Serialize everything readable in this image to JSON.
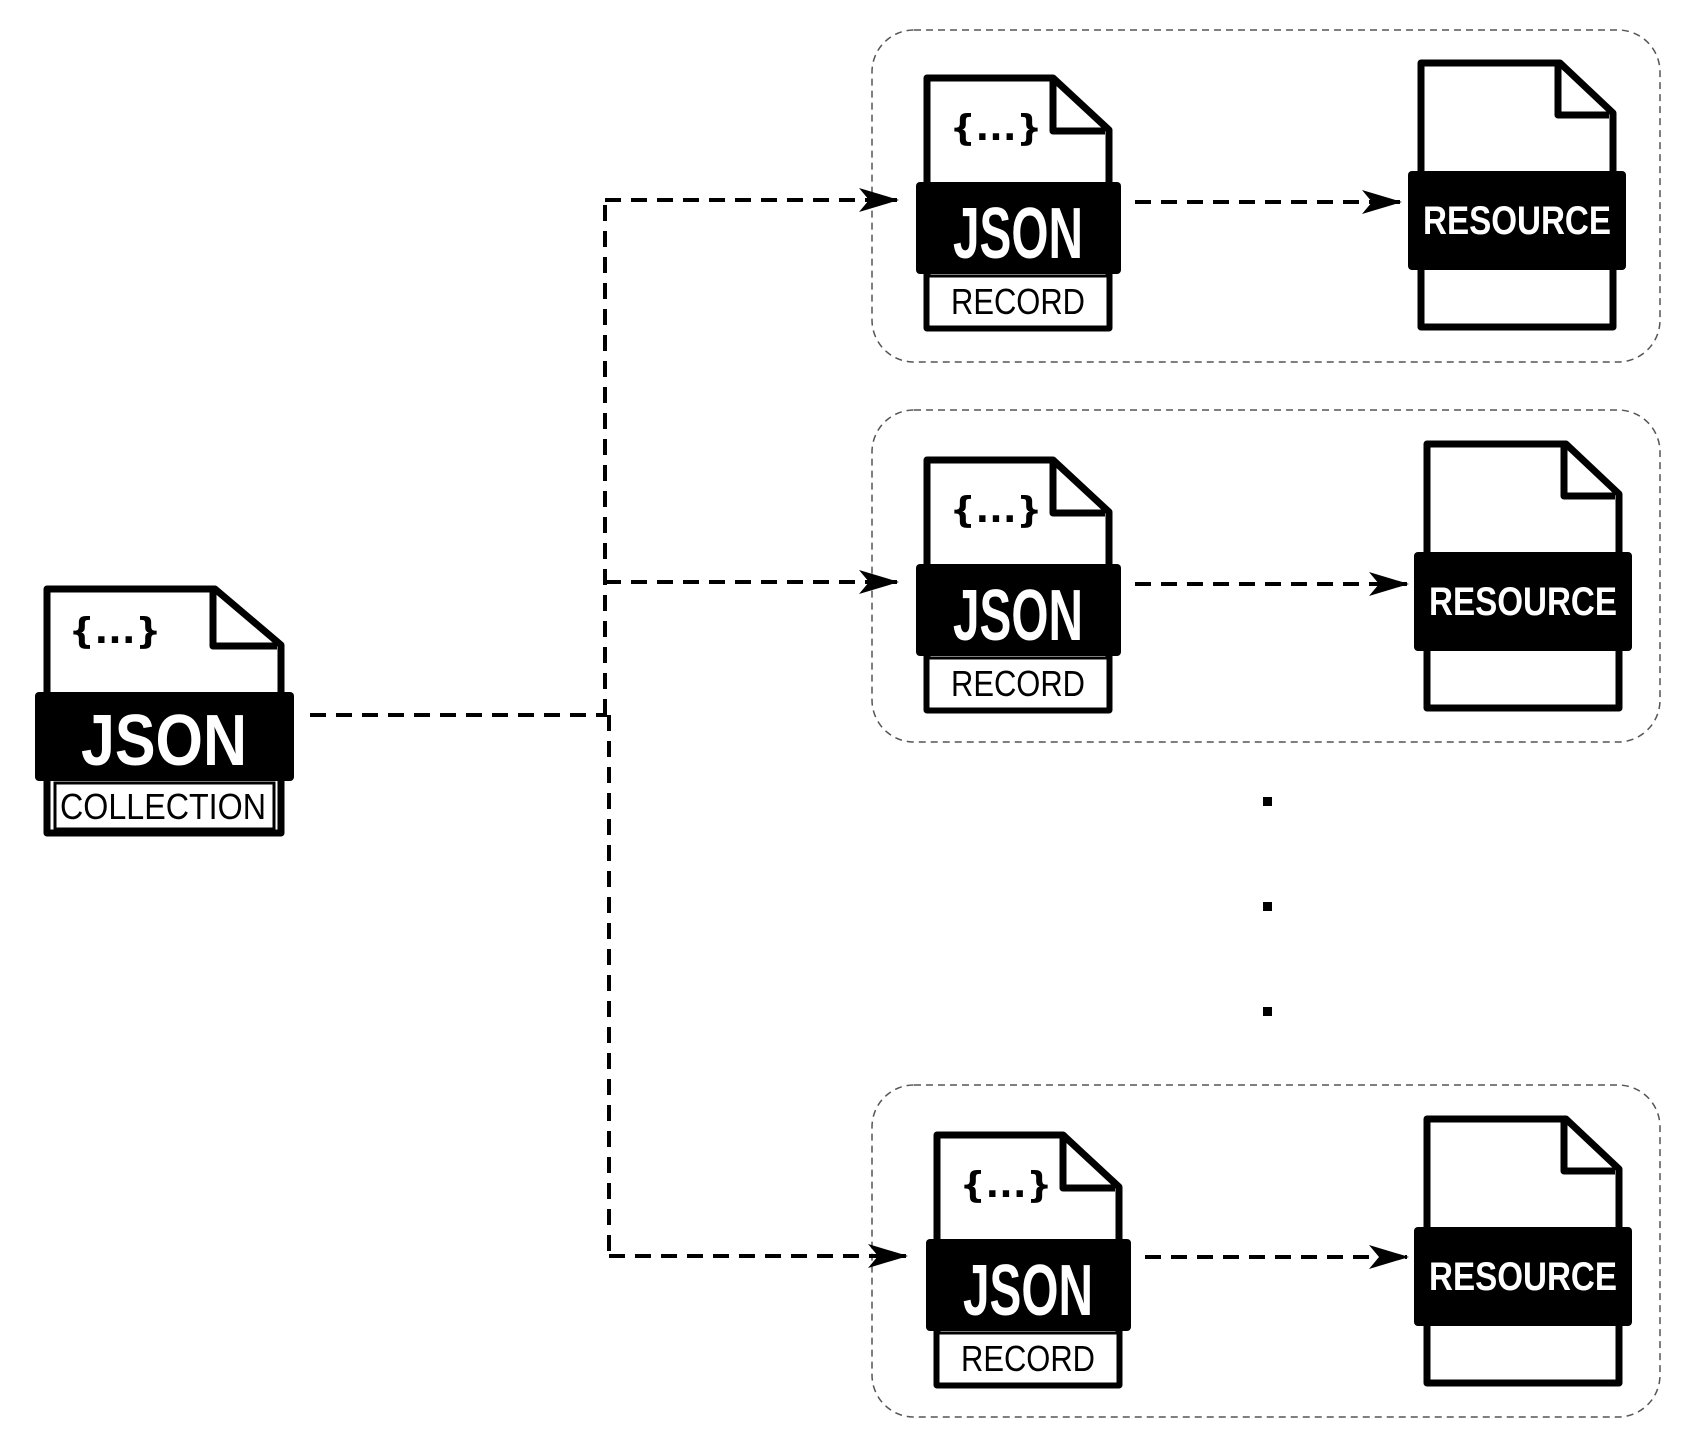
{
  "colors": {
    "ink": "#000000",
    "paper": "#ffffff",
    "group_border": "#555555"
  },
  "collection": {
    "braces": "{...}",
    "band": "JSON",
    "label": "COLLECTION",
    "icon": "json-collection-file-icon"
  },
  "records": [
    {
      "braces": "{...}",
      "band": "JSON",
      "label": "RECORD",
      "resource": "RESOURCE"
    },
    {
      "braces": "{...}",
      "band": "JSON",
      "label": "RECORD",
      "resource": "RESOURCE"
    },
    {
      "braces": "{...}",
      "band": "JSON",
      "label": "RECORD",
      "resource": "RESOURCE"
    }
  ],
  "ellipsis": {
    "dots": 3,
    "icon": "vertical-ellipsis-icon"
  }
}
